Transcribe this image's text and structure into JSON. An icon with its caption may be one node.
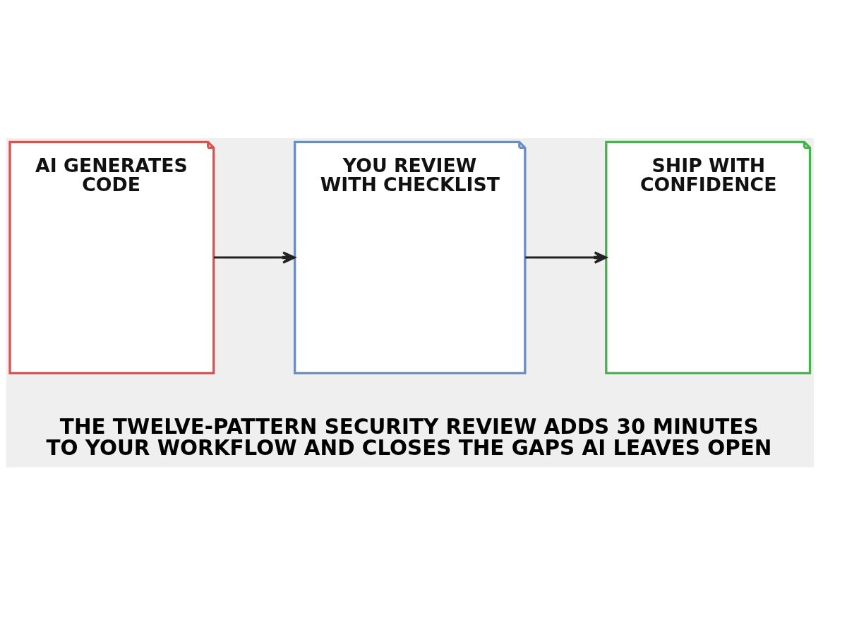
{
  "diagram": {
    "caption": "THE TWELVE-PATTERN SECURITY REVIEW ADDS 30 MINUTES TO YOUR WORKFLOW AND CLOSES THE GAPS AI LEAVES OPEN",
    "nodes": [
      {
        "text": [
          "AI GENERATES CODE"
        ]
      },
      {
        "text": [
          "YOU REVIEW WITH CHECKLIST"
        ]
      },
      {
        "text": [
          "SHIP WITH CONFIDENCE"
        ]
      }
    ],
    "edges": [
      {
        "from": 0,
        "to": 1,
        "arrow": "to"
      },
      {
        "from": 1,
        "to": 2,
        "arrow": "to"
      }
    ]
  }
}
